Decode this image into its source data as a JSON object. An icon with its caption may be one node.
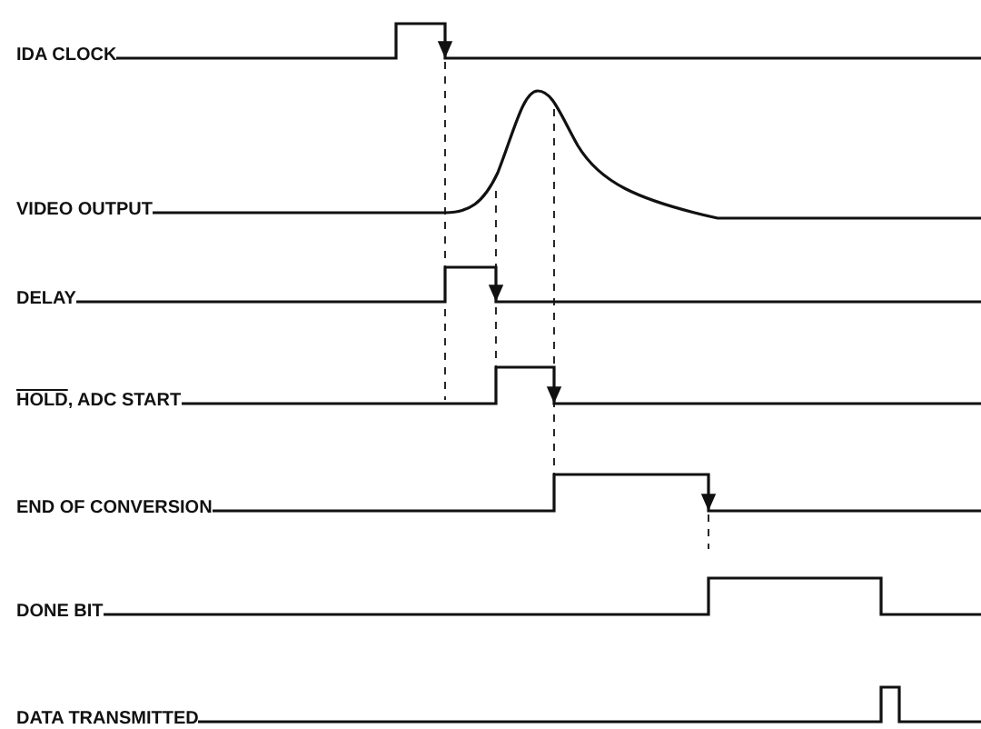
{
  "diagram": {
    "labels": [
      "IDA CLOCK",
      "VIDEO OUTPUT",
      "DELAY",
      "HOLD, ADC START",
      "END OF CONVERSION",
      "DONE BIT",
      "DATA TRANSMITTED"
    ]
  }
}
